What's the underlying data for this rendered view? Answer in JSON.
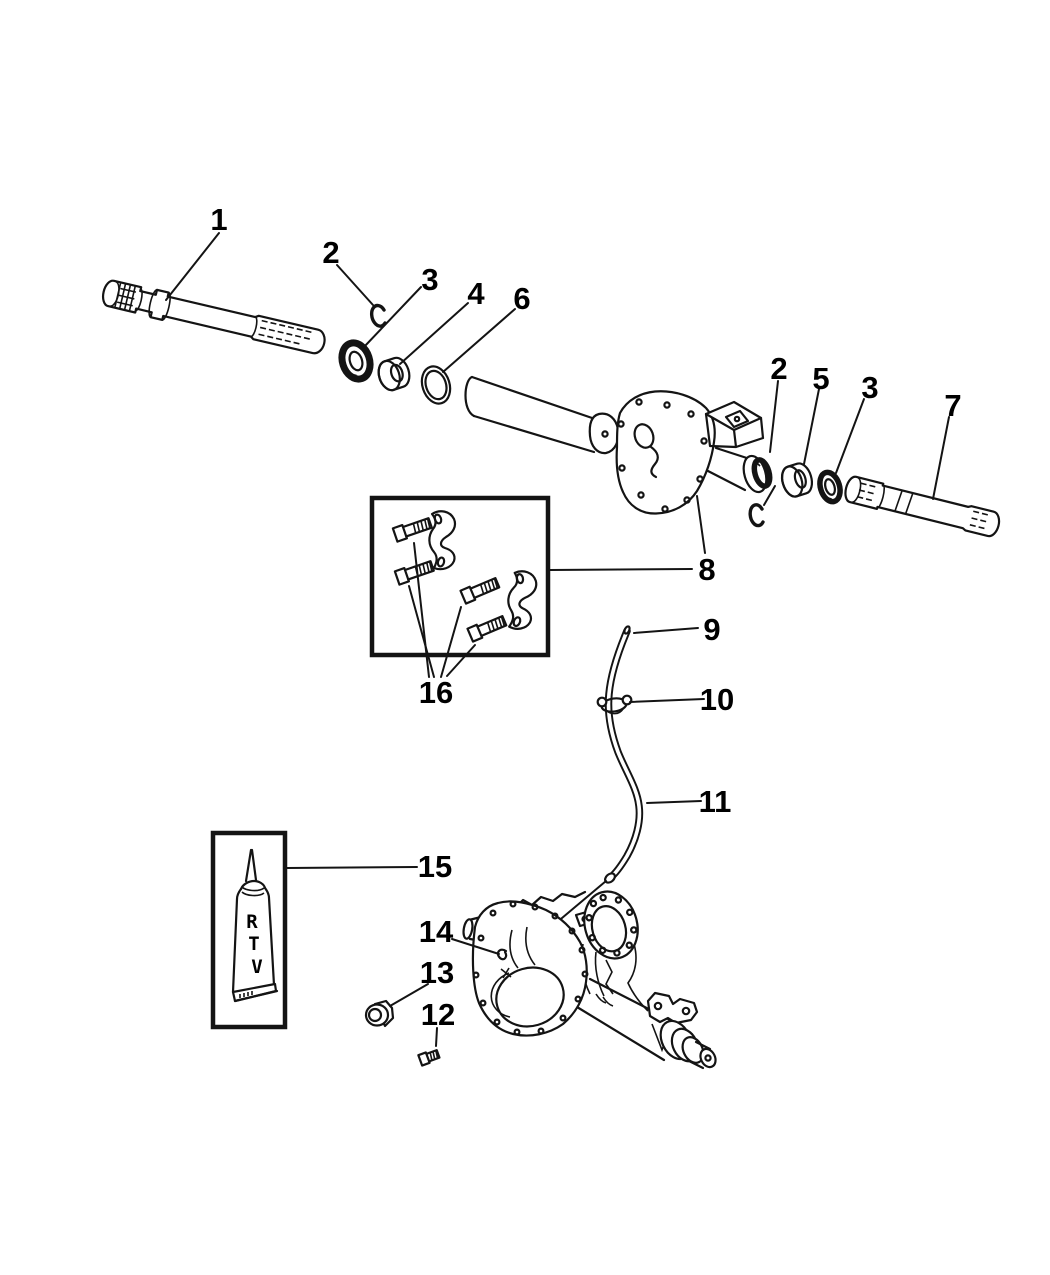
{
  "colors": {
    "background": "#ffffff",
    "line": "#141414",
    "text": "#000000"
  },
  "callouts": {
    "axle_shaft_left": "1",
    "cclip_left": "2",
    "seal_left": "3",
    "bearing_left": "4",
    "ring_left": "6",
    "cclip_right": "2",
    "bearing_right": "5",
    "seal_right": "3",
    "axle_shaft_right": "7",
    "axle_housing": "8",
    "vent_hose_tip": "9",
    "hose_clip": "10",
    "vent_hose": "11",
    "cover_bolt_small": "12",
    "fill_plug": "13",
    "lower_housing": "14",
    "rtv_sealant": "15",
    "bolt_clamp_kit": "16"
  },
  "rtv_tube": {
    "letters": [
      "R",
      "T",
      "V"
    ]
  }
}
